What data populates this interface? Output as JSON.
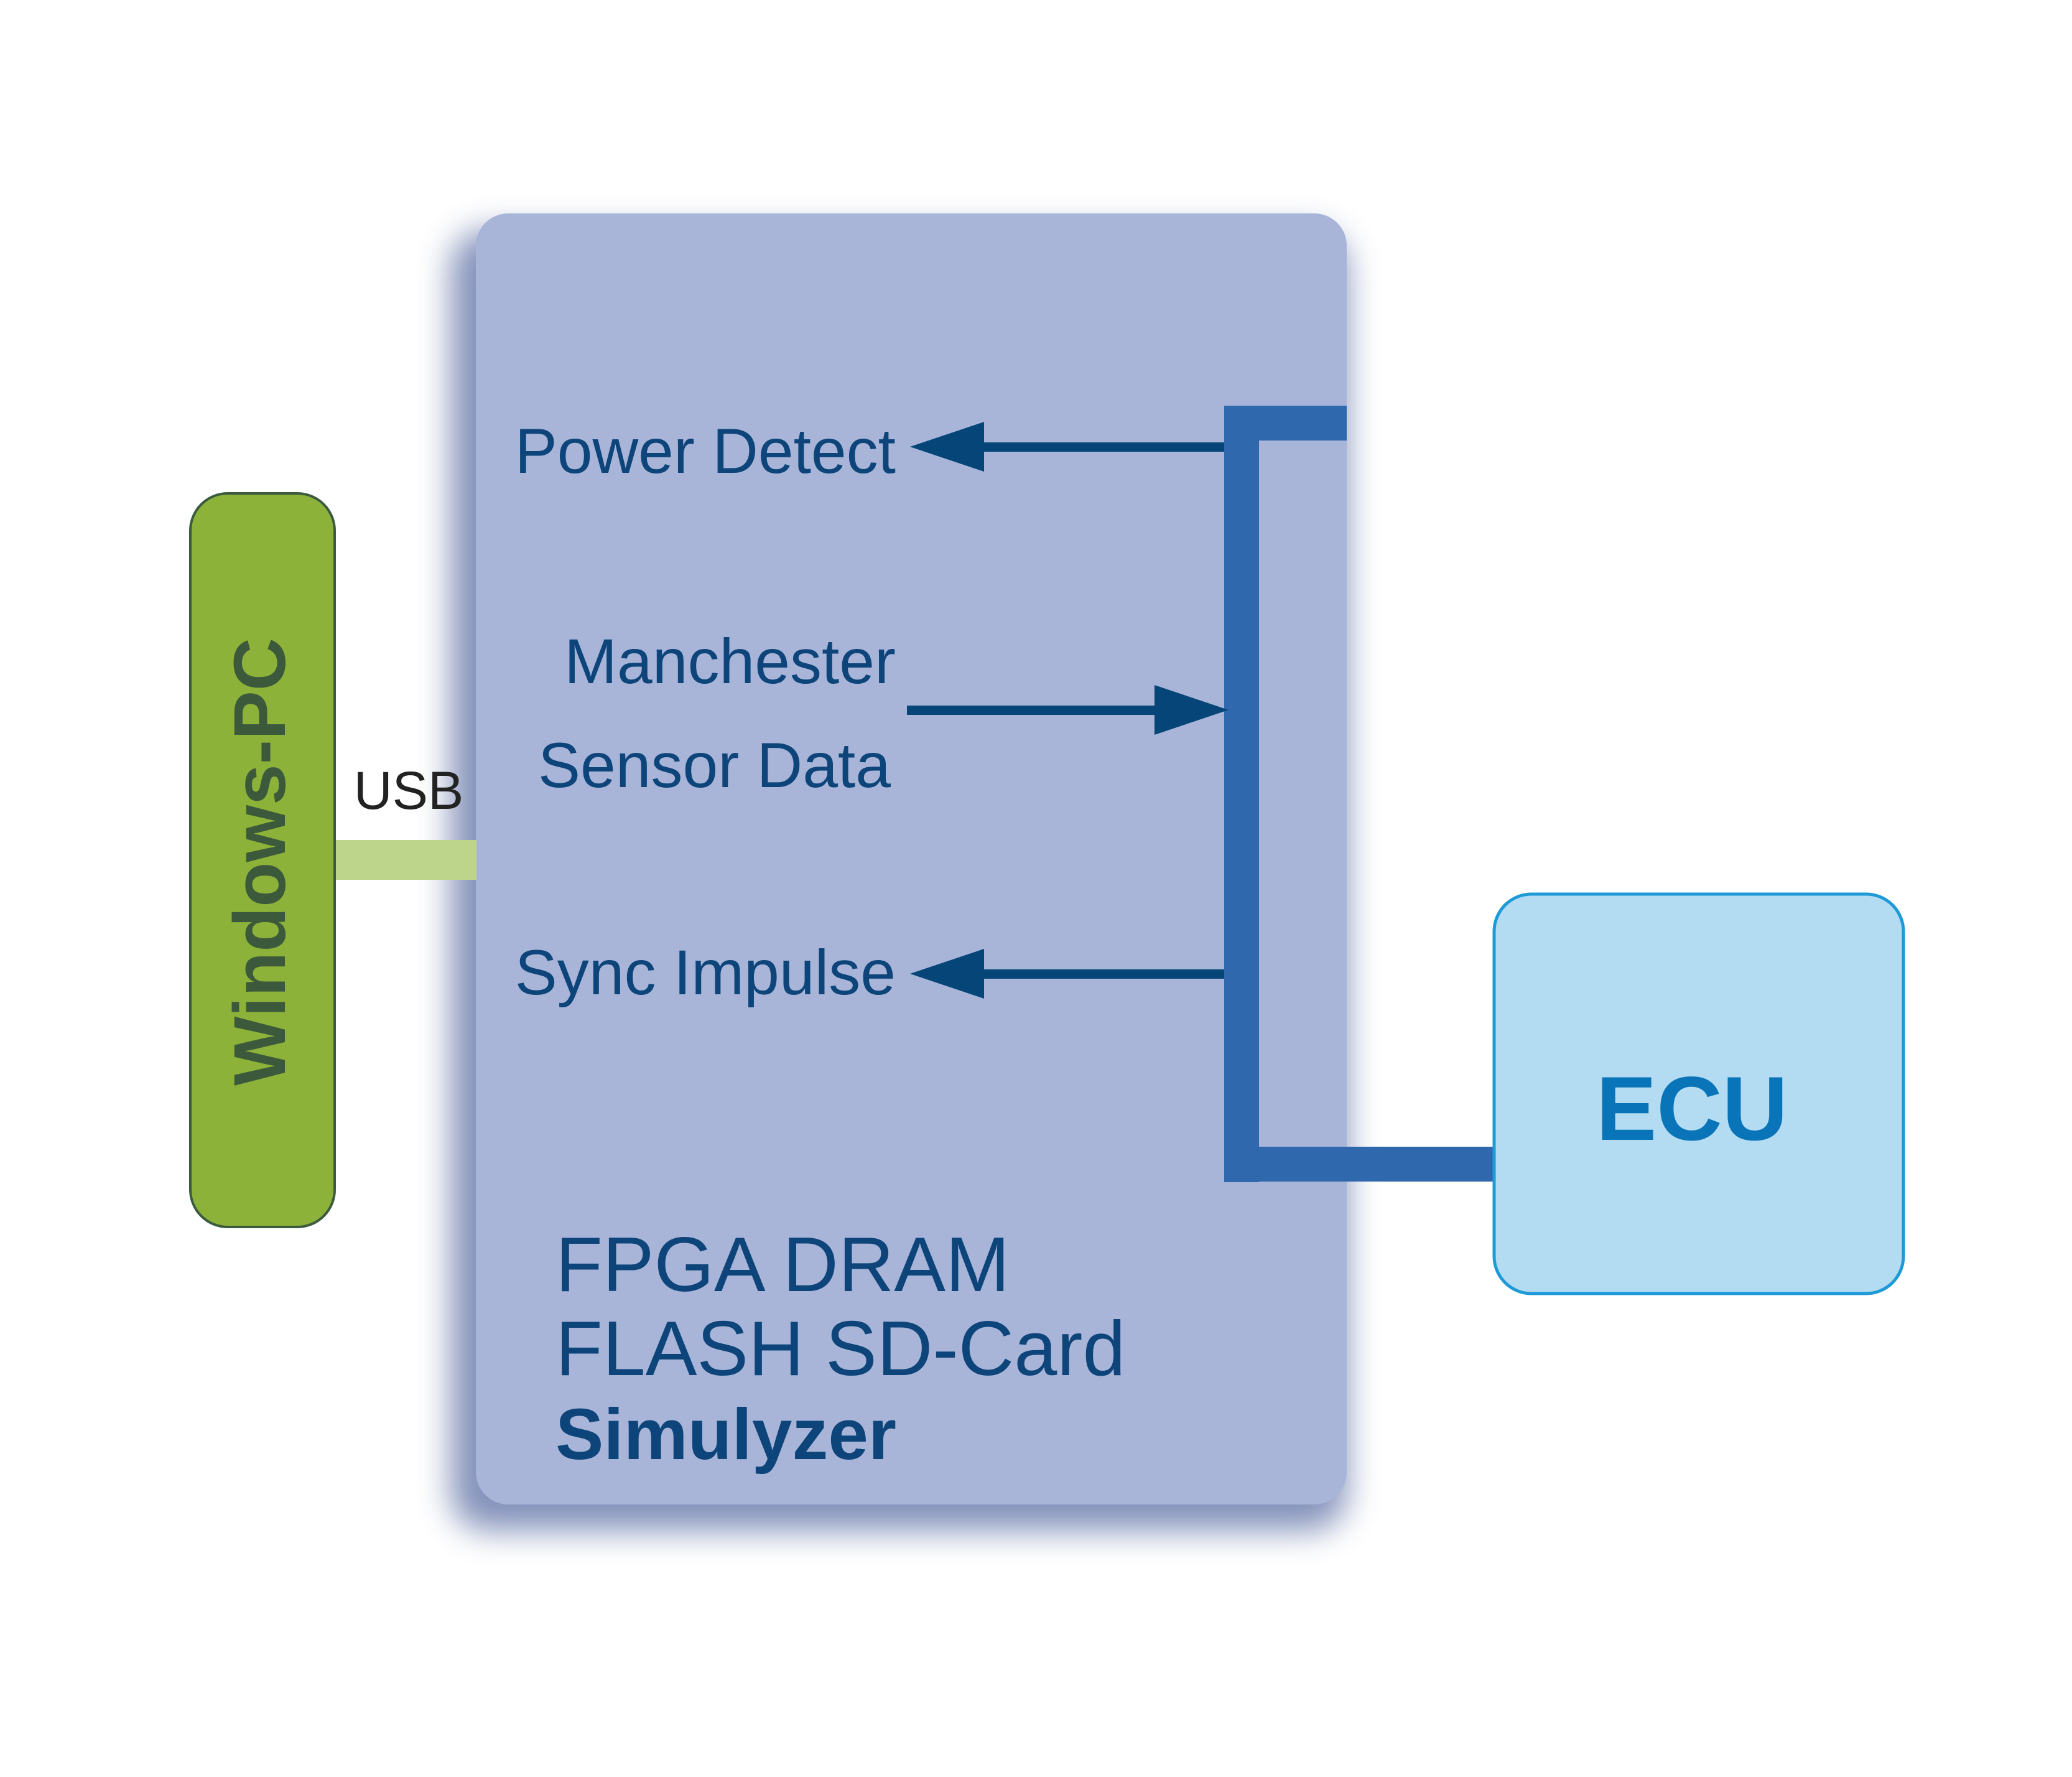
{
  "colors": {
    "background": "#ffffff",
    "board_fill": "#a8b5d9",
    "board_shadow": "#6e7fae",
    "bus_blue": "#3068ad",
    "arrow_navy": "#054578",
    "label_navy": "#0d4479",
    "pc_fill": "#8cb23a",
    "pc_border": "#3b5a3e",
    "pc_text": "#3c5a3b",
    "usb_link": "#bdd48b",
    "usb_text": "#222222",
    "ecu_fill": "#b3dbf2",
    "ecu_border": "#1e9ad7",
    "ecu_text": "#0a74b8"
  },
  "pc": {
    "label": "Windows-PC"
  },
  "usb": {
    "label": "USB"
  },
  "board": {
    "signals": {
      "power_detect": "Power Detect",
      "manchester_line1": "Manchester",
      "manchester_line2": "Sensor Data",
      "sync_impulse": "Sync Impulse"
    },
    "components_line1": "FPGA DRAM",
    "components_line2": "FLASH SD-Card",
    "product_name": "Simulyzer"
  },
  "ecu": {
    "label": "ECU"
  }
}
